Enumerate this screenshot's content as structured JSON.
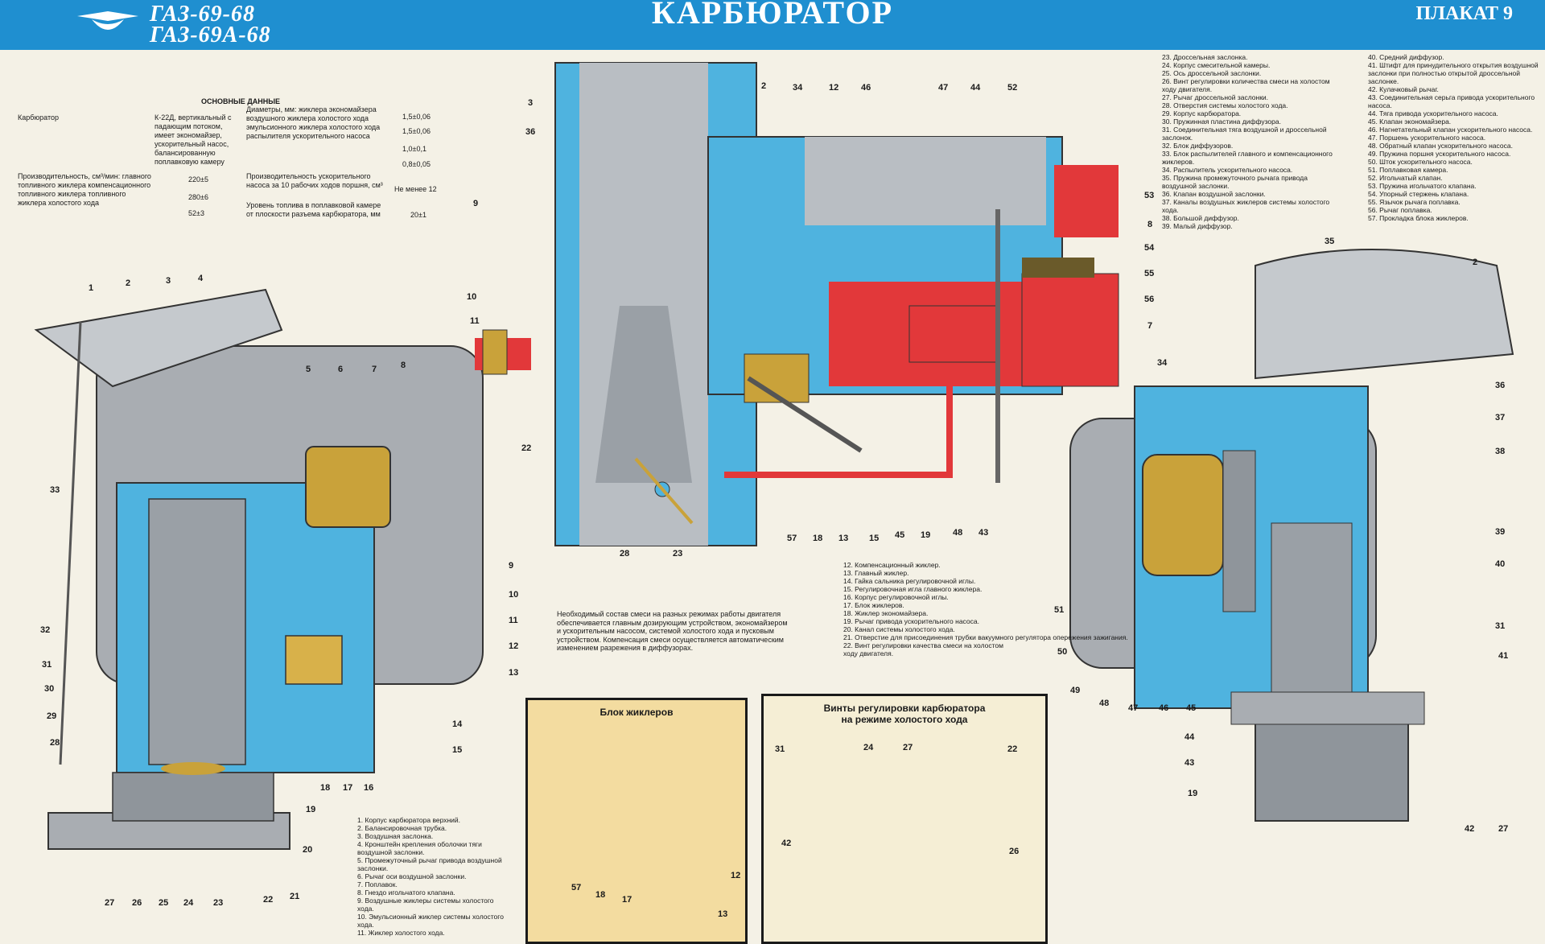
{
  "header": {
    "model_line1": "ГАЗ-69-68",
    "model_line2": "ГАЗ-69А-68",
    "title": "КАРБЮРАТОР",
    "poster_number": "ПЛАКАТ 9"
  },
  "specs": {
    "heading": "ОСНОВНЫЕ ДАННЫЕ",
    "carb_label": "Карбюратор",
    "carb_value": "К-22Д, вертикальный с падающим потоком, имеет экономайзер, ускорительный насос, балансированную поплавковую камеру",
    "perf_label": "Производительность, см³/мин: главного топливного жиклера компенсационного топливного жиклера топливного жиклера холостого хода",
    "perf_values": [
      "220±5",
      "280±6",
      "52±3"
    ],
    "diam_label": "Диаметры, мм: жиклера экономайзера воздушного жиклера холостого хода эмульсионного жиклера холостого хода распылителя ускорительного насоса",
    "diam_values": [
      "1,5±0,06",
      "1,5±0,06",
      "1,0±0,1",
      "0,8±0,05"
    ],
    "pump_label": "Производительность ускорительного насоса за 10 рабочих ходов поршня, см³",
    "pump_value": "Не менее 12",
    "level_label": "Уровень топлива в поплавковой камере от плоскости разъема карбюратора, мм",
    "level_value": "20±1"
  },
  "legend_top_right_a": [
    "23. Дроссельная заслонка.",
    "24. Корпус смесительной камеры.",
    "25. Ось дроссельной заслонки.",
    "26. Винт регулировки количества смеси на холостом ходу двигателя.",
    "27. Рычаг дроссельной заслонки.",
    "28. Отверстия системы холостого хода.",
    "29. Корпус карбюратора.",
    "30. Пружинная пластина диффузора.",
    "31. Соединительная тяга воздушной и дроссельной заслонок.",
    "32. Блок диффузоров.",
    "33. Блок распылителей главного и компенсационного жиклеров.",
    "34. Распылитель ускорительного насоса.",
    "35. Пружина промежуточного рычага привода воздушной заслонки.",
    "36. Клапан воздушной заслонки.",
    "37. Каналы воздушных жиклеров системы холостого хода.",
    "38. Большой диффузор.",
    "39. Малый диффузор."
  ],
  "legend_top_right_b": [
    "40. Средний диффузор.",
    "41. Штифт для принудительного открытия воздушной заслонки при полностью открытой дроссельной заслонке.",
    "42. Кулачковый рычаг.",
    "43. Соединительная серьга привода ускорительного насоса.",
    "44. Тяга привода ускорительного насоса.",
    "45. Клапан экономайзера.",
    "46. Нагнетательный клапан ускорительного насоса.",
    "47. Поршень ускорительного насоса.",
    "48. Обратный клапан ускорительного насоса.",
    "49. Пружина поршня ускорительного насоса.",
    "50. Шток ускорительного насоса.",
    "51. Поплавковая камера.",
    "52. Игольчатый клапан.",
    "53. Пружина игольчатого клапана.",
    "54. Упорный стержень клапана.",
    "55. Язычок рычага поплавка.",
    "56. Рычаг поплавка.",
    "57. Прокладка блока жиклеров."
  ],
  "legend_bottom_left": [
    "1. Корпус карбюратора верхний.",
    "2. Балансировочная трубка.",
    "3. Воздушная заслонка.",
    "4. Кронштейн крепления оболочки тяги воздушной заслонки.",
    "5. Промежуточный рычаг привода воздушной заслонки.",
    "6. Рычаг оси воздушной заслонки.",
    "7. Поплавок.",
    "8. Гнездо игольчатого клапана.",
    "9. Воздушные жиклеры системы холостого хода.",
    "10. Эмульсионный жиклер системы холостого хода.",
    "11. Жиклер холостого хода."
  ],
  "legend_bottom_center": [
    "12. Компенсационный жиклер.",
    "13. Главный жиклер.",
    "14. Гайка сальника регулировочной иглы.",
    "15. Регулировочная игла главного жиклера.",
    "16. Корпус регулировочной иглы.",
    "17. Блок жиклеров.",
    "18. Жиклер экономайзера.",
    "19. Рычаг привода ускорительного насоса.",
    "20. Канал системы холостого хода.",
    "21. Отверстие для присоединения трубки вакуумного регулятора опережения зажигания.",
    "22. Винт регулировки качества смеси на холостом ходу двигателя."
  ],
  "note": "Необходимый состав смеси на разных режимах работы двигателя обеспечивается главным дозирующим устройством, экономайзером и ускорительным насосом, системой холостого хода и пусковым устройством. Компенсация смеси осуществляется автоматическим изменением разрежения в диффузорах.",
  "panel_jets": {
    "title": "Блок жиклеров",
    "labels": [
      "57",
      "18",
      "17",
      "12",
      "13"
    ]
  },
  "panel_idle": {
    "title_line1": "Винты регулировки карбюратора",
    "title_line2": "на режиме холостого хода",
    "labels": [
      "31",
      "24",
      "27",
      "22",
      "42",
      "26"
    ]
  },
  "callouts_left": [
    "1",
    "2",
    "3",
    "4",
    "5",
    "6",
    "7",
    "8",
    "33",
    "32",
    "31",
    "30",
    "29",
    "28",
    "27",
    "26",
    "25",
    "24",
    "23",
    "22",
    "21",
    "20",
    "19",
    "18",
    "17",
    "16",
    "9",
    "10",
    "11",
    "12",
    "13",
    "14",
    "15"
  ],
  "callouts_center": [
    "3",
    "2",
    "34",
    "12",
    "46",
    "47",
    "44",
    "52",
    "36",
    "9",
    "10",
    "11",
    "53",
    "8",
    "54",
    "55",
    "56",
    "7",
    "22",
    "57",
    "18",
    "13",
    "15",
    "45",
    "19",
    "48",
    "43",
    "28",
    "23"
  ],
  "callouts_right": [
    "35",
    "2",
    "34",
    "36",
    "37",
    "38",
    "39",
    "40",
    "31",
    "41",
    "42",
    "27",
    "51",
    "50",
    "49",
    "48",
    "47",
    "46",
    "45",
    "44",
    "43",
    "19"
  ],
  "colors": {
    "header_blue": "#1f8fd0",
    "metal_grey": "#a9adb2",
    "channel_blue": "#4fb3df",
    "fuel_red": "#e2383a",
    "brass": "#c9a23a",
    "paper": "#f4f1e6"
  }
}
